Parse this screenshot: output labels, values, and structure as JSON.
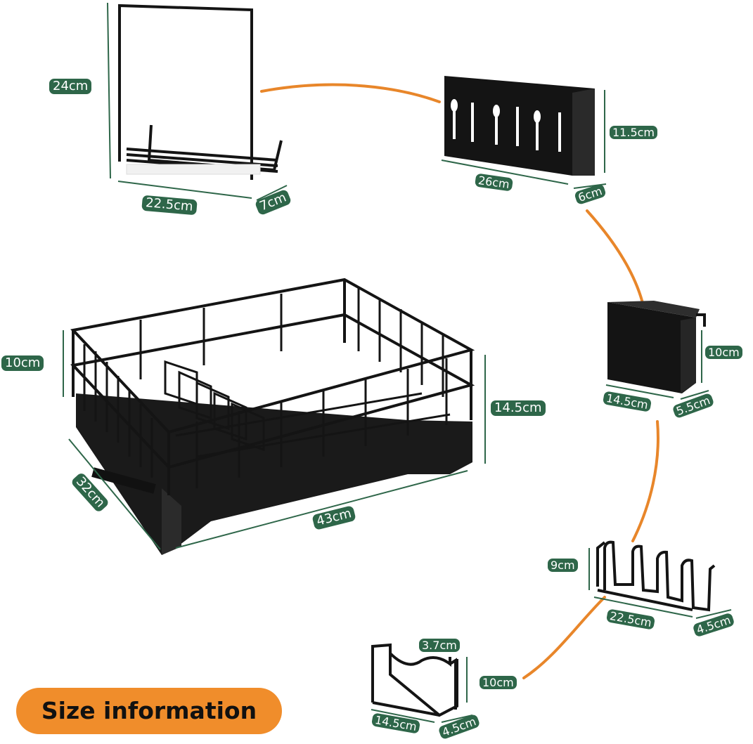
{
  "badge": {
    "label": "Size information"
  },
  "colors": {
    "label_bg": "#2e6649",
    "connector": "#e8862a",
    "badge_bg": "#f08d2b",
    "product": "#141414"
  },
  "cutting_board_rack": {
    "height": "24cm",
    "width": "22.5cm",
    "depth": "7cm"
  },
  "utensil_holder_large": {
    "height": "11.5cm",
    "width": "26cm",
    "depth": "6cm"
  },
  "main_rack": {
    "height_upper": "10cm",
    "height_total": "14.5cm",
    "depth": "32cm",
    "width": "43cm"
  },
  "utensil_cup_small": {
    "height": "10cm",
    "width": "14.5cm",
    "depth": "5.5cm"
  },
  "plate_holder": {
    "height": "9cm",
    "width": "22.5cm",
    "depth": "4.5cm"
  },
  "pot_lid_holder": {
    "gap": "3.7cm",
    "height": "10cm",
    "width": "14.5cm",
    "depth": "4.5cm"
  }
}
